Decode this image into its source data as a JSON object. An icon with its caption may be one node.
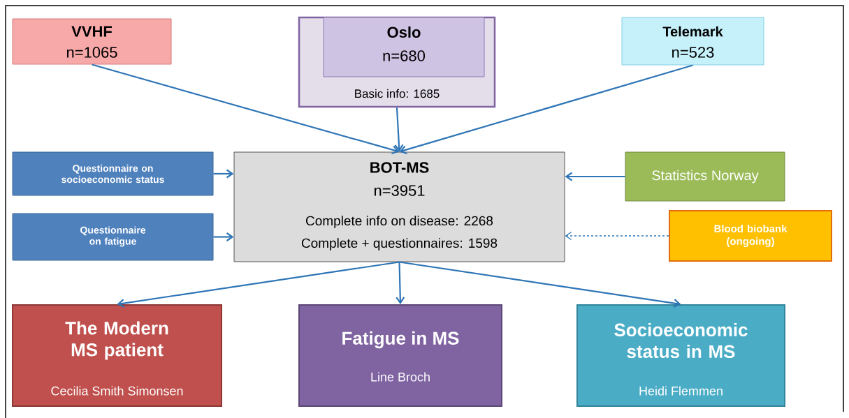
{
  "diagram": {
    "nodes": [
      {
        "text": [
          "VVHF",
          "n=1065"
        ]
      },
      {
        "text": [
          "Basic info: 1685"
        ]
      },
      {
        "text": [
          "Oslo",
          "n=680"
        ],
        "in": 1
      },
      {
        "text": [
          "Telemark",
          "n=523"
        ]
      },
      {
        "text": [
          "Questionnaire on socioeconomic status"
        ]
      },
      {
        "text": [
          "BOT-MS",
          "n=3951",
          "Complete info on disease: 2268",
          "Complete + questionnaires: 1598"
        ]
      },
      {
        "text": [
          "Statistics Norway"
        ]
      },
      {
        "text": [
          "Questionnaire on fatigue"
        ]
      },
      {
        "text": [
          "Blood biobank (ongoing)"
        ]
      },
      {
        "text": [
          "The Modern MS patient",
          "Cecilia Smith Simonsen"
        ]
      },
      {
        "text": [
          "Fatigue in MS",
          "Line Broch"
        ]
      },
      {
        "text": [
          "Socioeconomic status in MS",
          "Heidi Flemmen"
        ]
      }
    ],
    "edges": [
      {
        "from": 0,
        "to": 5,
        "arrow": "to"
      },
      {
        "from": 1,
        "to": 5,
        "arrow": "to"
      },
      {
        "from": 3,
        "to": 5,
        "arrow": "to"
      },
      {
        "from": 4,
        "to": 5,
        "arrow": "to"
      },
      {
        "from": 6,
        "to": 5,
        "arrow": "to"
      },
      {
        "from": 7,
        "to": 5,
        "arrow": "to"
      },
      {
        "from": 8,
        "to": 5,
        "arrow": "to",
        "style": "dashed"
      },
      {
        "from": 5,
        "to": 9,
        "arrow": "to"
      },
      {
        "from": 5,
        "to": 10,
        "arrow": "to"
      },
      {
        "from": 5,
        "to": 11,
        "arrow": "to"
      }
    ]
  }
}
